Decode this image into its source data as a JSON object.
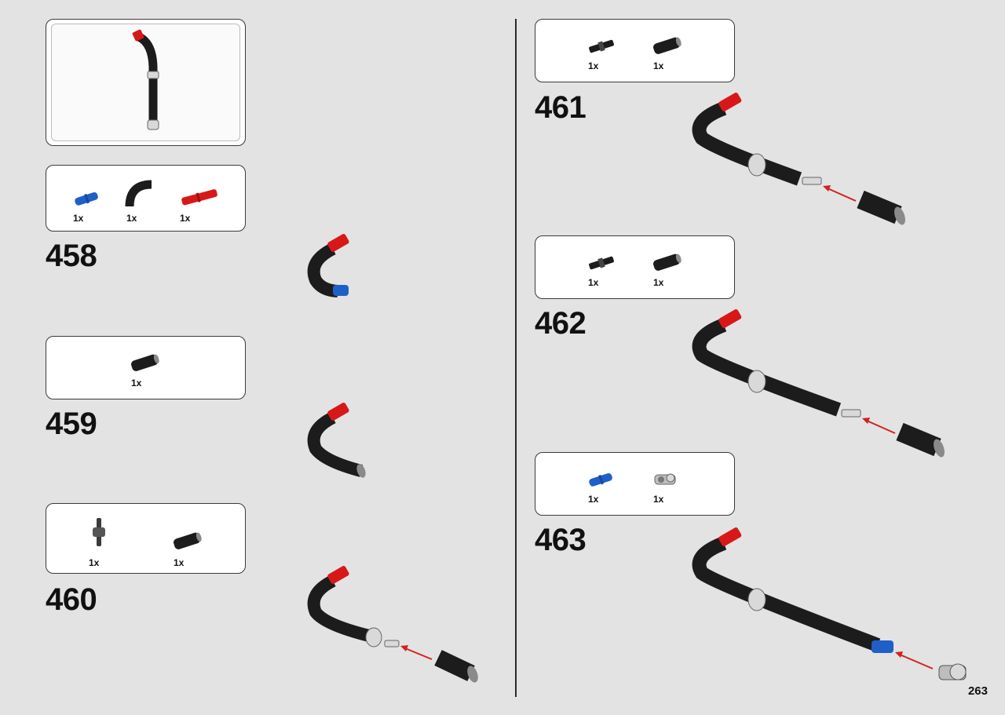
{
  "page": {
    "number": "263"
  },
  "colors": {
    "background": "#e3e3e3",
    "hose_black": "#1c1c1c",
    "pin_red": "#d81818",
    "pin_blue": "#1f5fc8",
    "connector_grey": "#d9d9d9",
    "arrow_red": "#d42020"
  },
  "preview": {
    "icon": "submodel-preview-icon"
  },
  "steps": [
    {
      "number": "458",
      "parts": [
        {
          "icon": "blue-axle-pin-icon",
          "qty": "1x"
        },
        {
          "icon": "black-curved-hose-icon",
          "qty": "1x"
        },
        {
          "icon": "red-axle-pin-icon",
          "qty": "1x"
        }
      ]
    },
    {
      "number": "459",
      "parts": [
        {
          "icon": "black-hose-segment-icon",
          "qty": "1x"
        }
      ]
    },
    {
      "number": "460",
      "parts": [
        {
          "icon": "hose-connector-icon",
          "qty": "1x"
        },
        {
          "icon": "black-hose-segment-icon",
          "qty": "1x"
        }
      ]
    },
    {
      "number": "461",
      "parts": [
        {
          "icon": "black-axle-connector-icon",
          "qty": "1x"
        },
        {
          "icon": "black-hose-segment-icon",
          "qty": "1x"
        }
      ]
    },
    {
      "number": "462",
      "parts": [
        {
          "icon": "black-axle-connector-icon",
          "qty": "1x"
        },
        {
          "icon": "black-hose-segment-icon",
          "qty": "1x"
        }
      ]
    },
    {
      "number": "463",
      "parts": [
        {
          "icon": "blue-axle-pin-icon",
          "qty": "1x"
        },
        {
          "icon": "grey-cross-connector-icon",
          "qty": "1x"
        }
      ]
    }
  ]
}
